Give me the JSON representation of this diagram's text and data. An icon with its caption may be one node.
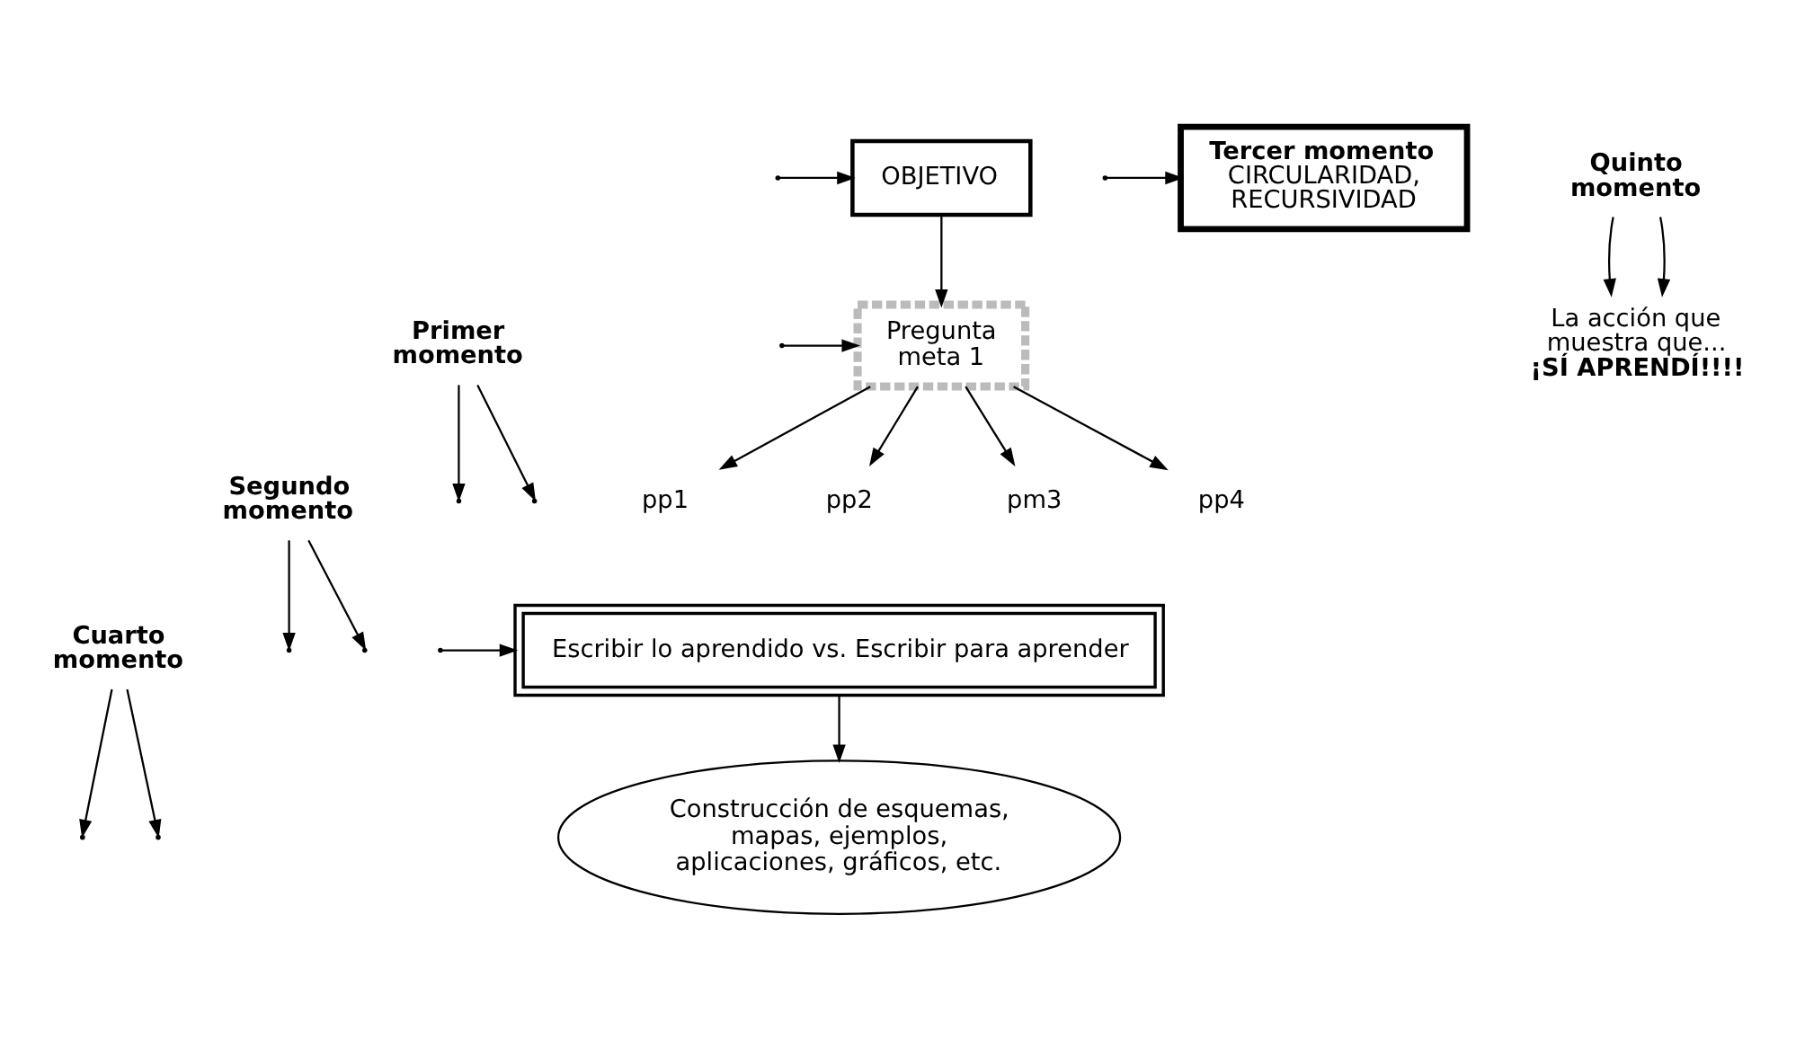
{
  "diagram": {
    "nodes": [
      {
        "text": [
          "OBJETIVO"
        ]
      },
      {
        "text": [
          "Pregunta meta 1"
        ]
      },
      {
        "text": [
          "pp1"
        ]
      },
      {
        "text": [
          "pp2"
        ]
      },
      {
        "text": [
          "pm3"
        ]
      },
      {
        "text": [
          "pp4"
        ]
      },
      {
        "text": [
          "Tercer momento",
          "CIRCULARIDAD, RECURSIVIDAD"
        ]
      },
      {
        "text": [
          "Escribir lo aprendido vs. Escribir para aprender"
        ]
      },
      {
        "text": [
          "Construcción de esquemas, mapas, ejemplos, aplicaciones, gráficos, etc."
        ]
      },
      {
        "text": [
          "Primer momento"
        ]
      },
      {
        "text": [
          "Segundo momento"
        ]
      },
      {
        "text": [
          "Cuarto momento"
        ]
      },
      {
        "text": [
          "Quinto momento"
        ]
      },
      {
        "text": [
          "La acción que muestra que...",
          "¡SÍ APRENDÍ!!!!"
        ]
      }
    ],
    "edges": [
      {
        "from": 0,
        "to": 1,
        "arrow": "to"
      },
      {
        "from": 1,
        "to": 2,
        "arrow": "to"
      },
      {
        "from": 1,
        "to": 3,
        "arrow": "to"
      },
      {
        "from": 1,
        "to": 4,
        "arrow": "to"
      },
      {
        "from": 1,
        "to": 5,
        "arrow": "to"
      },
      {
        "from": 9,
        "to": null,
        "arrow": "to"
      },
      {
        "from": 9,
        "to": null,
        "arrow": "to"
      },
      {
        "from": 10,
        "to": null,
        "arrow": "to"
      },
      {
        "from": 10,
        "to": null,
        "arrow": "to"
      },
      {
        "from": 11,
        "to": null,
        "arrow": "to"
      },
      {
        "from": 11,
        "to": null,
        "arrow": "to"
      },
      {
        "from": null,
        "to": 0,
        "arrow": "to"
      },
      {
        "from": null,
        "to": 1,
        "arrow": "to"
      },
      {
        "from": null,
        "to": 6,
        "arrow": "to"
      },
      {
        "from": null,
        "to": 7,
        "arrow": "to"
      },
      {
        "from": 7,
        "to": 8,
        "arrow": "to"
      },
      {
        "from": 12,
        "to": 13,
        "arrow": "to"
      },
      {
        "from": 12,
        "to": 13,
        "arrow": "to"
      }
    ]
  }
}
